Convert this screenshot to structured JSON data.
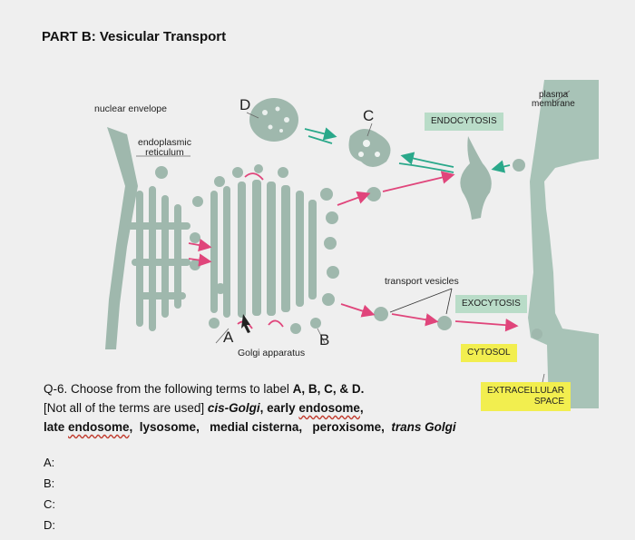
{
  "part_title": "PART B: Vesicular Transport",
  "diagram": {
    "labels": {
      "nuclear_envelope": "nuclear envelope",
      "er_line1": "endoplasmic",
      "er_line2": "reticulum",
      "plasma_line1": "plasma",
      "plasma_line2": "membrane",
      "transport_vesicles": "transport vesicles",
      "golgi": "Golgi apparatus"
    },
    "letters": {
      "a": "A",
      "b": "B",
      "c": "C",
      "d": "D"
    },
    "tags": {
      "endocytosis": "ENDOCYTOSIS",
      "exocytosis": "EXOCYTOSIS",
      "cytosol": "CYTOSOL",
      "extracellular_line1": "EXTRACELLULAR",
      "extracellular_line2": "SPACE"
    },
    "colors": {
      "organelle": "#9fb8ad",
      "membrane_band": "#a8c3b7",
      "arrow_pink": "#e0457b",
      "arrow_teal": "#2aa88a",
      "tag_green": "#b9dcc8",
      "tag_yellow": "#f2ee4f"
    }
  },
  "question": {
    "line1_prefix": "Q-6. Choose from the following terms to label ",
    "line1_letters": "A, B, C, & D.",
    "line2_prefix": "[Not all of the terms are used] ",
    "term_cis": "cis-Golgi",
    "sep1": ", early ",
    "term_endosome1": "endosome",
    "comma": ",",
    "line3_late": "late ",
    "term_endosome2": "endosome",
    "line3_rest": ",  lysosome,   medial cisterna,   peroxisome,  ",
    "term_trans": "trans Golgi"
  },
  "answers": [
    "A:",
    "B:",
    "C:",
    "D:"
  ]
}
